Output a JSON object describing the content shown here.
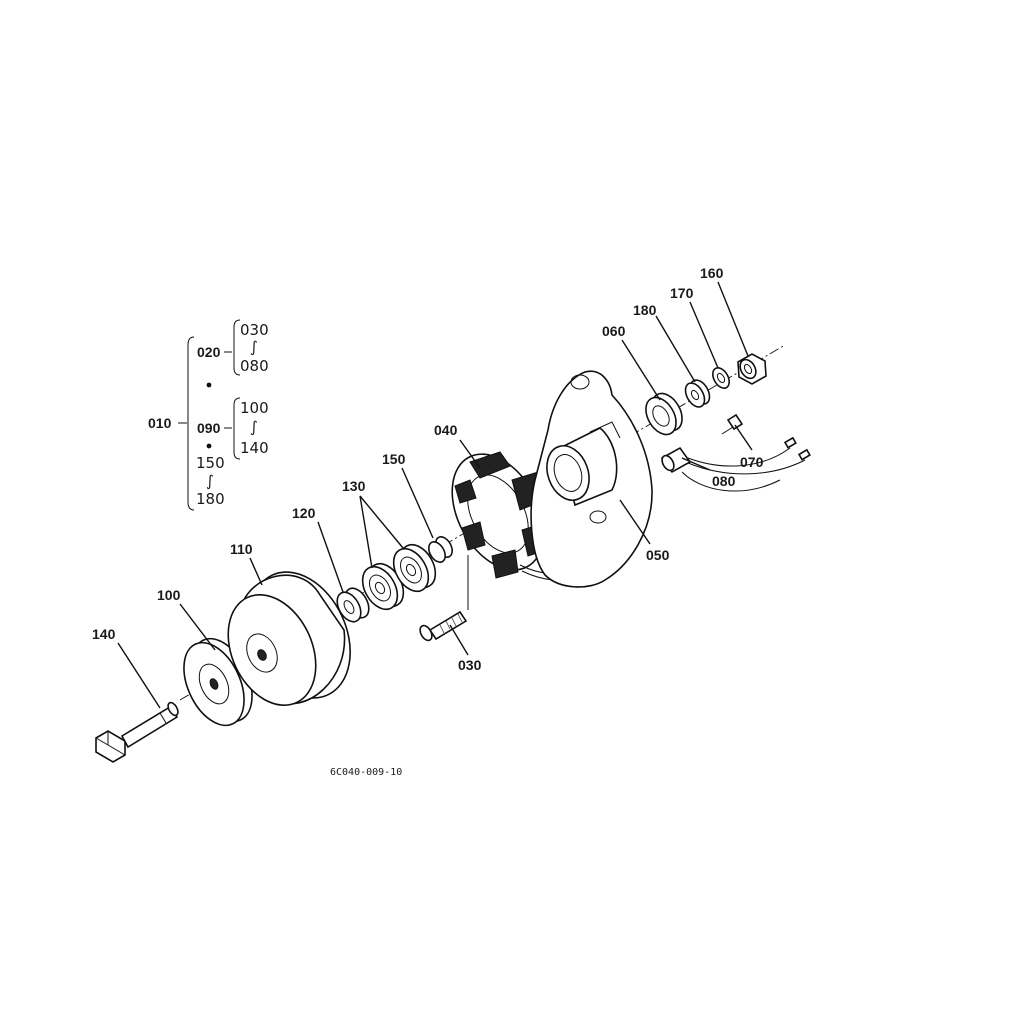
{
  "diagram": {
    "drawing_code": "6C040-009-10",
    "part_labels": {
      "p010": "010",
      "p020": "020",
      "p090": "090",
      "p040": "040",
      "p050": "050",
      "p060": "060",
      "p070": "070",
      "p080": "080",
      "p100": "100",
      "p110": "110",
      "p120": "120",
      "p130": "130",
      "p140": "140",
      "p150": "150",
      "p160": "160",
      "p170": "170",
      "p180": "180",
      "p030": "030"
    },
    "assembly_tree": {
      "g020_start": "030",
      "g020_end": "080",
      "g090_start": "100",
      "g090_end": "140",
      "g150_start": "150",
      "g150_end": "180",
      "range_mark": "∫"
    }
  }
}
